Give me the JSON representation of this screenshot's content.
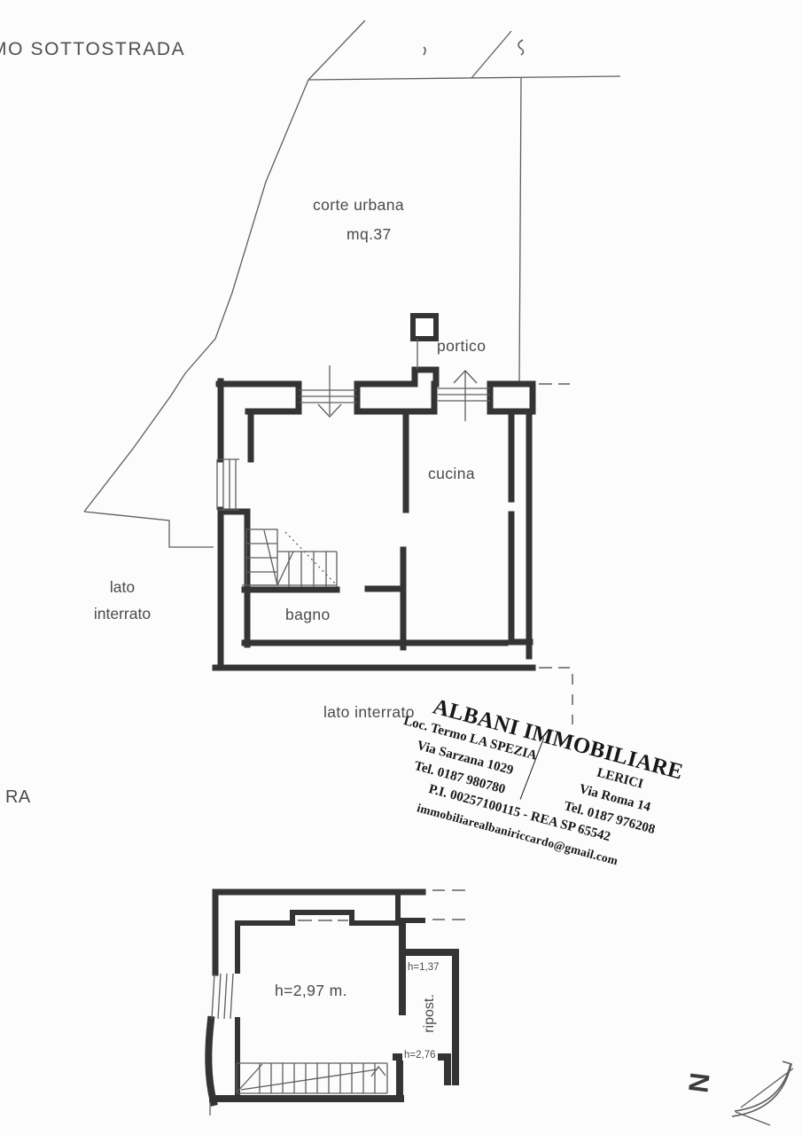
{
  "colors": {
    "background": "#fcfcfc",
    "wall": "#343434",
    "line": "#5e5e5e",
    "text": "#4a4a4a",
    "stamp": "#181818"
  },
  "plan_labels": {
    "top_left_partial": "MO SOTTOSTRADA",
    "courtyard": "corte urbana",
    "courtyard_area": "mq.37",
    "portico": "portico",
    "kitchen": "cucina",
    "side_line1": "lato",
    "side_line2": "interrato",
    "bathroom": "bagno",
    "basement_side": "lato interrato",
    "left_partial": "RA",
    "room_height": "h=2,97 m.",
    "closet_height": "h=1,37",
    "closet": "ripost.",
    "stair_height": "h=2,76"
  },
  "compass": {
    "north_letter": "N"
  },
  "stamp": {
    "company": "ALBANI IMMOBILIARE",
    "office_left": [
      "Loc. Termo LA SPEZIA",
      "Via Sarzana 1029",
      "Tel. 0187 980780"
    ],
    "office_right": [
      "LERICI",
      "Via Roma 14",
      "Tel. 0187 976208"
    ],
    "registration": "P.I. 00257100115 - REA SP 65542",
    "email": "immobiliarealbaniriccardo@gmail.com"
  }
}
